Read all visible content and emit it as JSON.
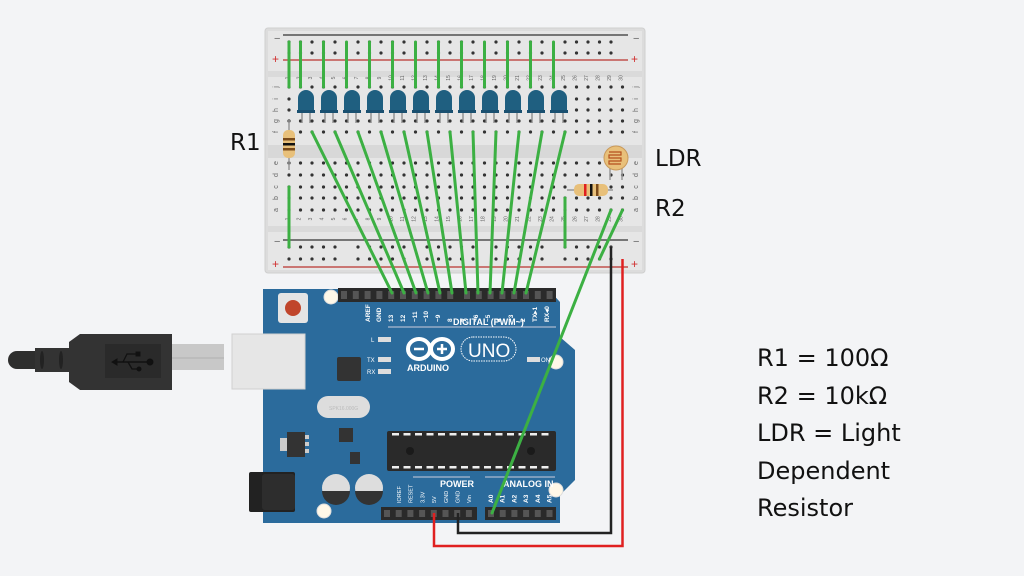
{
  "labels": {
    "r1": "R1",
    "ldr": "LDR",
    "r2": "R2"
  },
  "notes": [
    "R1 = 100Ω",
    "R2 = 10kΩ",
    "LDR = Light",
    "Dependent",
    "Resistor"
  ],
  "arduino": {
    "brand": "ARDUINO",
    "model": "UNO",
    "digital_header_label": "DIGITAL (PWM~)",
    "power_label": "POWER",
    "analog_label": "ANALOG IN",
    "crystal_label": "SPK16.000G",
    "led_labels": [
      "L",
      "TX",
      "RX",
      "ON"
    ],
    "digital_pins": [
      "AREF",
      "GND",
      "13",
      "12",
      "~11",
      "~10",
      "~9",
      "8",
      "7",
      "~6",
      "~5",
      "4",
      "~3",
      "2",
      "TX▸1",
      "RX◂0"
    ],
    "power_pins": [
      "IOREF",
      "RESET",
      "3.3V",
      "5V",
      "GND",
      "GND",
      "Vin"
    ],
    "analog_pins": [
      "A0",
      "A1",
      "A2",
      "A3",
      "A4",
      "A5"
    ]
  },
  "breadboard": {
    "row_letters_top": [
      "j",
      "i",
      "h",
      "g",
      "f"
    ],
    "row_letters_bottom": [
      "e",
      "d",
      "c",
      "b",
      "a"
    ],
    "rail_minus": "−",
    "rail_plus": "+",
    "column_count": 30
  },
  "led_count": 12,
  "colors": {
    "background": "#f3f4f6",
    "board_blue": "#2b6b9c",
    "wire_green": "#3cb043",
    "wire_red": "#e02020",
    "wire_black": "#222222",
    "led_blue": "#1f5f80"
  }
}
